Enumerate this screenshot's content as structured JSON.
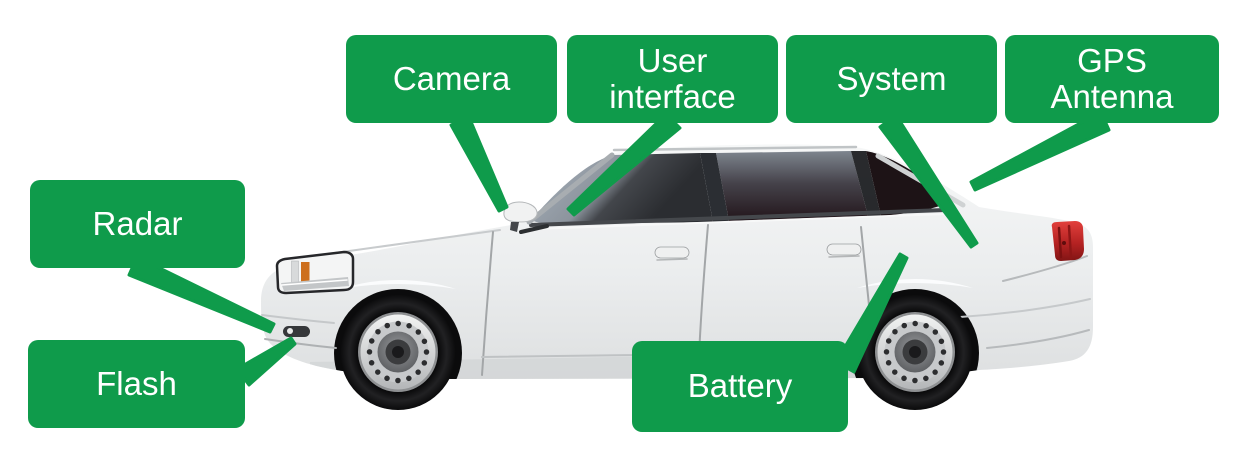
{
  "diagram": {
    "labels": {
      "camera": "Camera",
      "user_interface": "User interface",
      "system": "System",
      "gps_antenna": "GPS Antenna",
      "radar": "Radar",
      "flash": "Flash",
      "battery": "Battery"
    },
    "colors": {
      "label_bg": "#0f9b4b",
      "label_text": "#ffffff",
      "background": "#ffffff"
    }
  }
}
